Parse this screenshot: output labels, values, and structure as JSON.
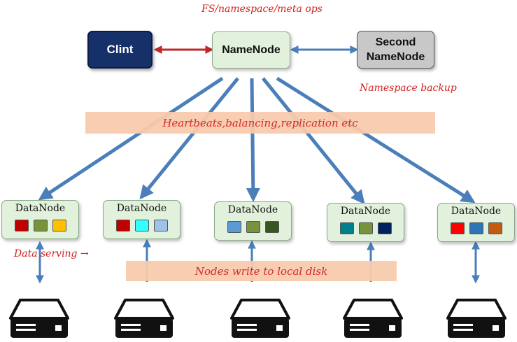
{
  "labels": {
    "fs_ops": "FS/namespace/meta ops",
    "namespace_backup": "Namespace backup",
    "heartbeats": "Heartbeats,balancing,replication etc",
    "data_serving": "Data serving →",
    "local_disk": "Nodes write to local disk"
  },
  "nodes": {
    "client": "Clint",
    "namenode": "NameNode",
    "second_namenode_line1": "Second",
    "second_namenode_line2": "NameNode"
  },
  "datanodes": [
    {
      "label": "DataNode",
      "blocks": [
        "#c00000",
        "#77933c",
        "#ffc000"
      ]
    },
    {
      "label": "DataNode",
      "blocks": [
        "#c00000",
        "#33ffff",
        "#9dc3e6"
      ]
    },
    {
      "label": "DataNode",
      "blocks": [
        "#5b9bd5",
        "#77933c",
        "#375623"
      ]
    },
    {
      "label": "DataNode",
      "blocks": [
        "#00808a",
        "#77933c",
        "#002060"
      ]
    },
    {
      "label": "DataNode",
      "blocks": [
        "#ff0000",
        "#2e75b6",
        "#c55a11"
      ]
    }
  ],
  "icons": {
    "disk": "server-disk-icon",
    "arrow": "double-headed-arrow"
  },
  "colors": {
    "arrow_blue": "#4a7fba",
    "client_arrow_red": "#c0272d",
    "annotation_red": "#d42020",
    "client_fill": "#16306a",
    "node_fill": "#e2f1dc",
    "secondary_fill": "#c8c8c8",
    "banner_fill": "#f8cbad"
  }
}
